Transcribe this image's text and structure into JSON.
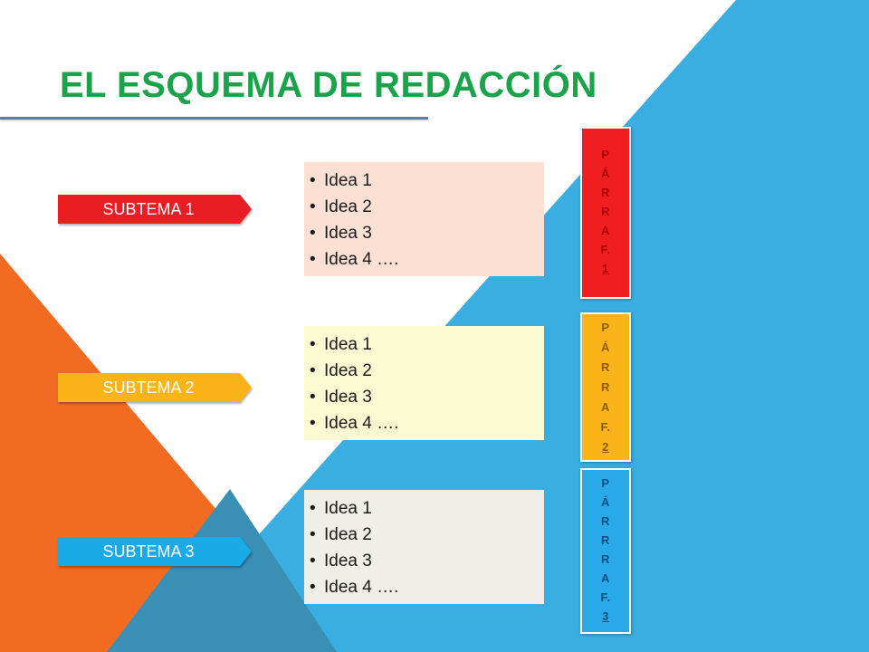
{
  "title": "EL ESQUEMA DE REDACCIÓN",
  "colors": {
    "title": "#1aa34a",
    "blue_bg": "#3aaee0",
    "orange_bg": "#f26b21",
    "overlap_bg": "#3a8fb5",
    "subtema_1": "#ea1c24",
    "subtema_2": "#fbb417",
    "subtema_3": "#1aaae8",
    "ideas_1_bg": "#fde0d4",
    "ideas_2_bg": "#fafad2",
    "ideas_3_bg": "#f1ede8",
    "parrafo_1": "#f01e1e",
    "parrafo_2": "#fbb417",
    "parrafo_3": "#29a9e8"
  },
  "rows": [
    {
      "subtema": "SUBTEMA 1",
      "ideas": [
        "Idea 1",
        "Idea 2",
        "Idea 3",
        "Idea 4 …."
      ],
      "parrafo_letters": [
        "P",
        "Á",
        "R",
        "R",
        "A",
        "F.",
        "1"
      ]
    },
    {
      "subtema": "SUBTEMA 2",
      "ideas": [
        "Idea 1",
        "Idea 2",
        "Idea 3",
        "Idea 4 …."
      ],
      "parrafo_letters": [
        "P",
        "Á",
        "R",
        "R",
        "A",
        "F.",
        "2"
      ]
    },
    {
      "subtema": "SUBTEMA 3",
      "ideas": [
        "Idea 1",
        "Idea 2",
        "Idea 3",
        "Idea 4 …."
      ],
      "parrafo_letters": [
        "P",
        "Á",
        "R",
        "R",
        "R",
        "A",
        "F.",
        "3"
      ]
    }
  ]
}
